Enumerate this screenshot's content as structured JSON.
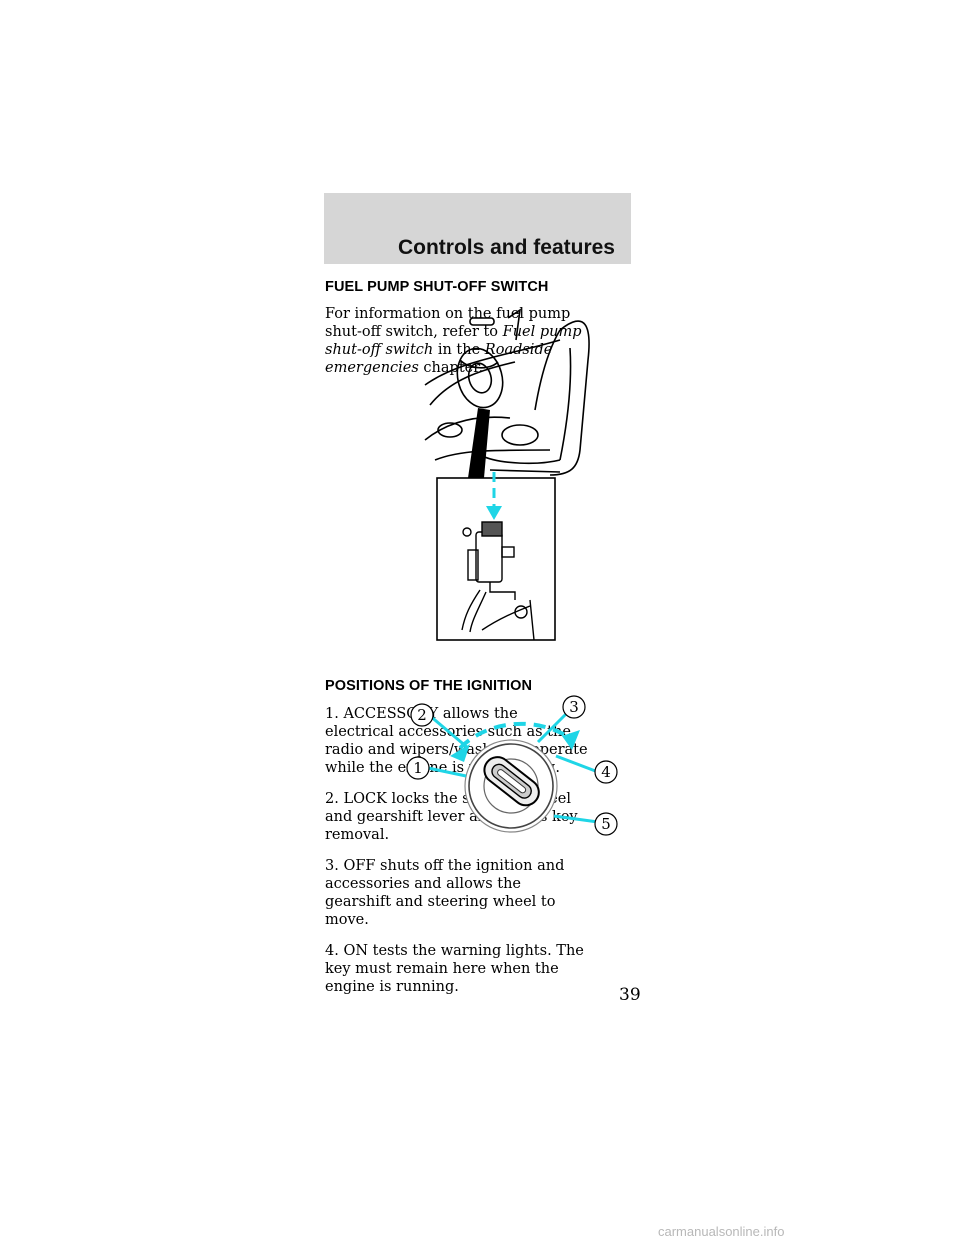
{
  "header": {
    "title": "Controls and features"
  },
  "section1": {
    "heading": "FUEL PUMP SHUT-OFF SWITCH",
    "text_before": "For information on the fuel pump shut-off switch, refer to ",
    "italic1": "Fuel pump shut-off switch",
    "text_mid": " in the ",
    "italic2": "Roadside emergencies",
    "text_after": " chapter."
  },
  "section2": {
    "heading": "POSITIONS OF THE IGNITION",
    "items": [
      "1. ACCESSORY allows the electrical accessories such as the radio and wipers/washer to operate while the engine is not running.",
      "2. LOCK locks the steering wheel and gearshift lever and allows key removal.",
      "3. OFF shuts off the ignition and accessories and allows the gearshift and steering wheel to move.",
      "4. ON tests the warning lights. The key must remain here when the engine is running."
    ]
  },
  "ignition_figure": {
    "callouts": [
      "1",
      "2",
      "3",
      "4",
      "5"
    ],
    "line_color": "#1fd5e6"
  },
  "page_number": "39",
  "watermark": "carmanualsonline.info"
}
